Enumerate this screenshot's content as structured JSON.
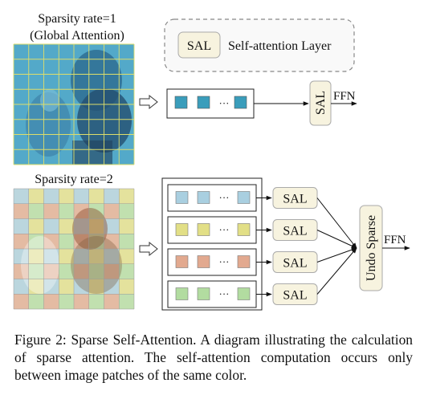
{
  "top": {
    "title_line1": "Sparsity rate=1",
    "title_line2": "(Global Attention)"
  },
  "bottom": {
    "title": "Sparsity rate=2",
    "groups": [
      {
        "color": "#a9cfe0"
      },
      {
        "color": "#e2df86"
      },
      {
        "color": "#e2a98f"
      },
      {
        "color": "#b2dca0"
      }
    ]
  },
  "legend": {
    "box_label": "SAL",
    "description": "Self-attention Layer"
  },
  "blocks": {
    "sal": "SAL",
    "ffn": "FFN",
    "undo": "Undo Sparse",
    "ellipsis": "···"
  },
  "colors": {
    "sal_fill": "#f7f3df",
    "top_patch": "#3a9dbb",
    "image_tint_top": "#53a9c9",
    "grid_top": "#dede6a"
  },
  "caption": "Figure 2: Sparse Self-Attention. A diagram illustrating the calculation of sparse attention. The self-attention computation occurs only between image patches of the same color."
}
